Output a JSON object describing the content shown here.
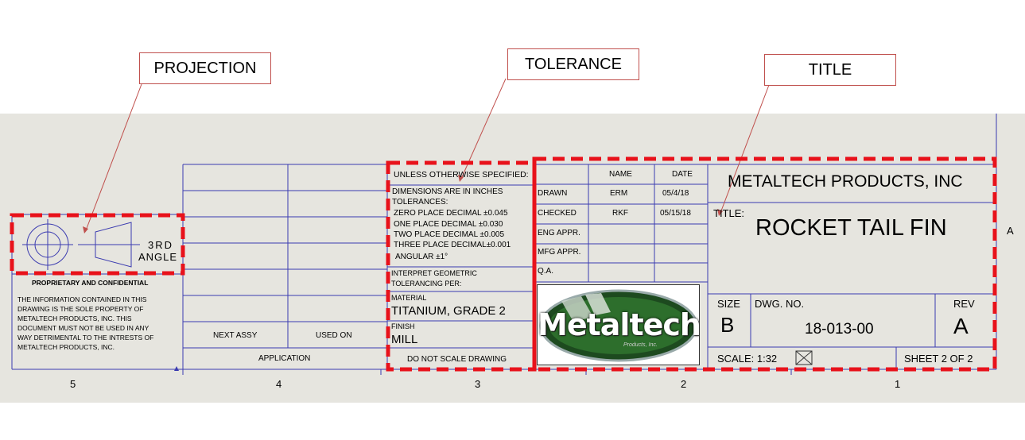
{
  "callouts": {
    "projection": "PROJECTION",
    "tolerance": "TOLERANCE",
    "title": "TITLE"
  },
  "projection": {
    "angle_line1": "3RD",
    "angle_line2": "ANGLE"
  },
  "proprietary": {
    "heading": "PROPRIETARY AND CONFIDENTIAL",
    "lines": [
      "THE INFORMATION CONTAINED IN THIS",
      "DRAWING IS THE SOLE PROPERTY OF",
      "METALTECH PRODUCTS, INC.  THIS",
      "DOCUMENT MUST NOT BE USED IN ANY",
      "WAY DETRIMENTAL TO THE INTRESTS OF",
      "METALTECH PRODUCTS, INC."
    ]
  },
  "application": {
    "next_assy": "NEXT ASSY",
    "used_on": "USED ON",
    "label": "APPLICATION"
  },
  "tolerance": {
    "unless": "UNLESS OTHERWISE SPECIFIED:",
    "lines": [
      "DIMENSIONS ARE IN INCHES",
      "TOLERANCES:",
      "ZERO PLACE DECIMAL  ±0.045",
      "ONE PLACE DECIMAL   ±0.030",
      "TWO PLACE DECIMAL   ±0.005",
      "THREE PLACE DECIMAL±0.001",
      "ANGULAR ±1°"
    ],
    "interpret_line1": "INTERPRET GEOMETRIC",
    "interpret_line2": "TOLERANCING PER:",
    "material_label": "MATERIAL",
    "material_value": "TITANIUM, GRADE 2",
    "finish_label": "FINISH",
    "finish_value": "MILL",
    "do_not_scale": "DO NOT SCALE DRAWING"
  },
  "approvals": {
    "name_header": "NAME",
    "date_header": "DATE",
    "rows": [
      {
        "label": "DRAWN",
        "name": "ERM",
        "date": "05/4/18"
      },
      {
        "label": "CHECKED",
        "name": "RKF",
        "date": "05/15/18"
      },
      {
        "label": "ENG APPR.",
        "name": "",
        "date": ""
      },
      {
        "label": "MFG APPR.",
        "name": "",
        "date": ""
      },
      {
        "label": "Q.A.",
        "name": "",
        "date": ""
      }
    ]
  },
  "logo": {
    "text": "Metaltech",
    "subtext": "Products, Inc."
  },
  "title_block": {
    "company": "METALTECH PRODUCTS, INC",
    "title_label": "TITLE:",
    "title_value": "ROCKET TAIL FIN",
    "size_label": "SIZE",
    "size_value": "B",
    "dwg_label": "DWG.  NO.",
    "dwg_value": "18-013-00",
    "rev_label": "REV",
    "rev_value": "A",
    "scale": "SCALE: 1:32",
    "sheet": "SHEET 2 OF 2"
  },
  "zones": {
    "bottom": [
      "5",
      "4",
      "3",
      "2",
      "1"
    ],
    "right": "A"
  },
  "colors": {
    "sheet_bg": "#e6e5df",
    "grid_line": "#3b3bb0",
    "highlight_dash": "#e8121b",
    "callout_line": "#c0504d"
  }
}
